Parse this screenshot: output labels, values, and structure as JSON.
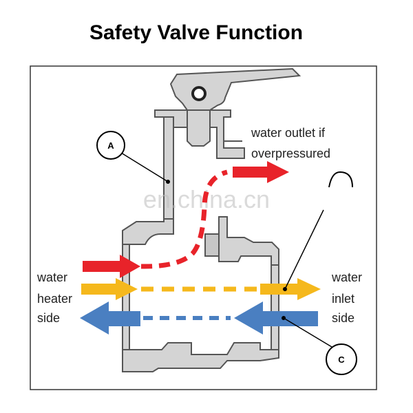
{
  "title": "Safety Valve Function",
  "labels": {
    "outlet_line1": "water outlet if",
    "outlet_line2": "overpressured",
    "heater_line1": "water",
    "heater_line2": "heater",
    "heater_line3": "side",
    "inlet_line1": "water",
    "inlet_line2": "inlet",
    "inlet_line3": "side"
  },
  "callouts": {
    "a": "A",
    "c": "C"
  },
  "watermark": "en.china.cn",
  "colors": {
    "red": "#e8232a",
    "yellow": "#f5b81c",
    "blue": "#4a7fc1",
    "valve_fill": "#d4d4d4",
    "valve_stroke": "#555555",
    "frame": "#333333"
  }
}
